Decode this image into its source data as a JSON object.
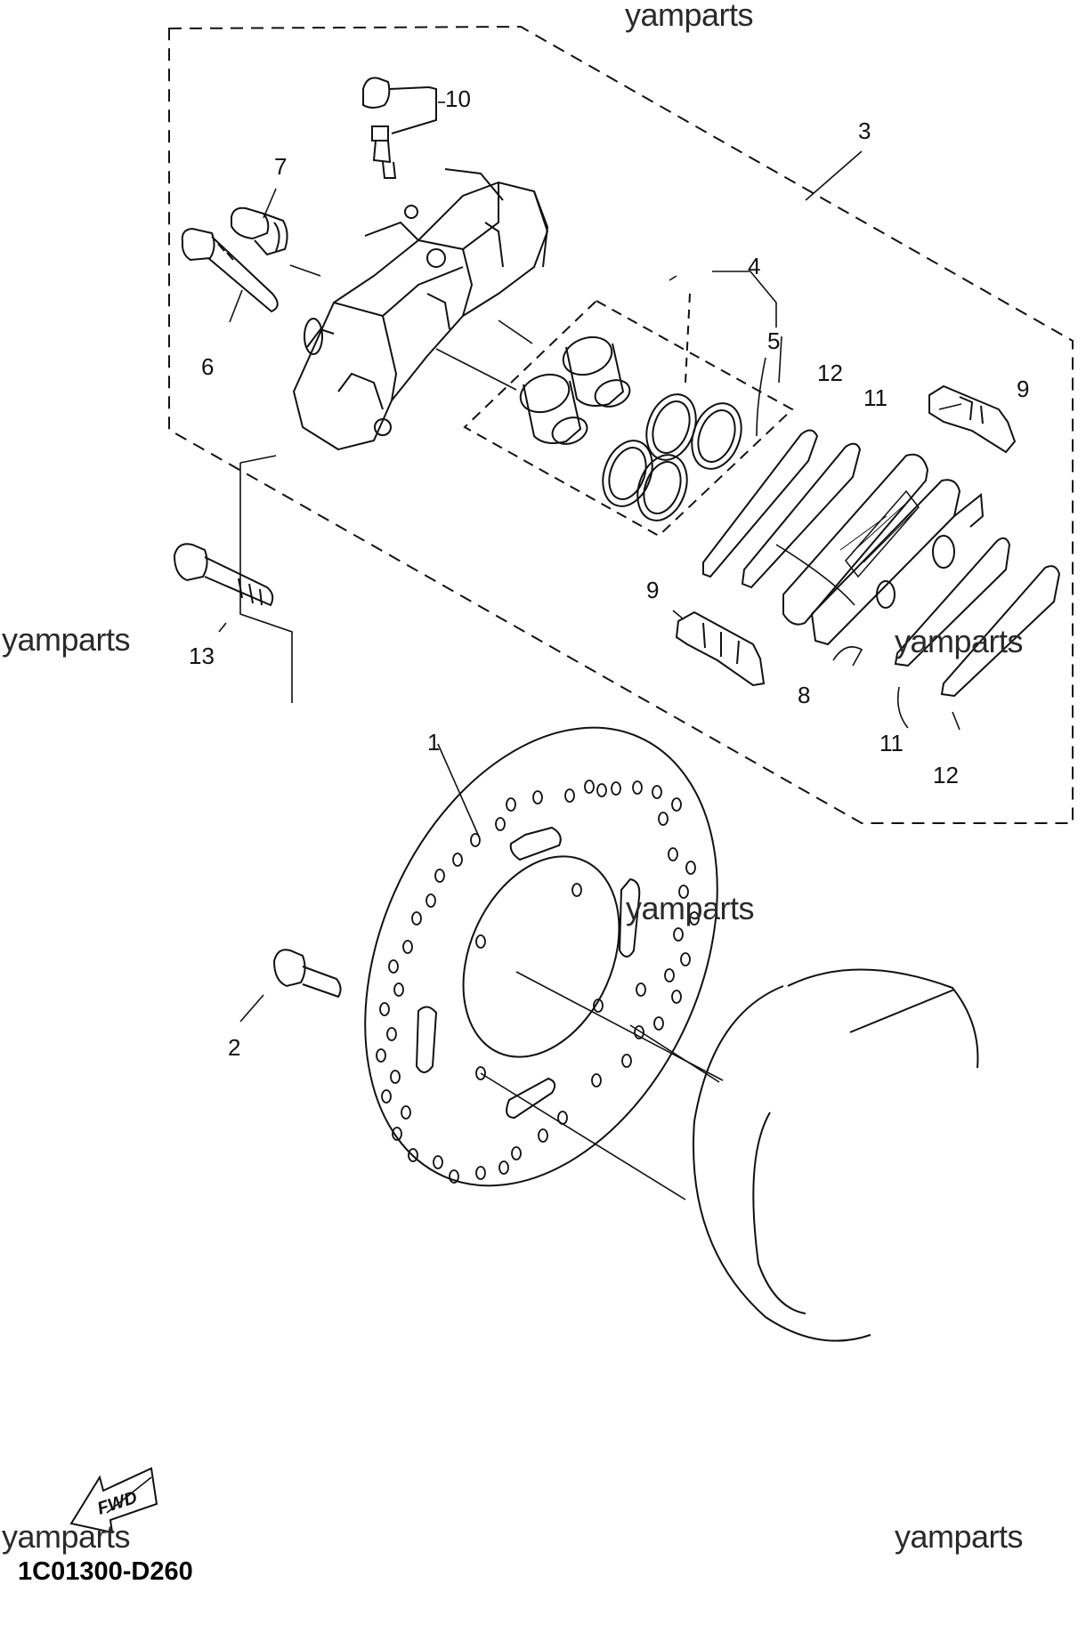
{
  "diagram": {
    "part_code": "1C01300-D260",
    "direction_badge": "FWD",
    "watermark": "yamparts",
    "callouts": [
      "1",
      "2",
      "3",
      "4",
      "5",
      "6",
      "7",
      "8",
      "9",
      "9",
      "10",
      "11",
      "11",
      "12",
      "12",
      "13"
    ]
  }
}
